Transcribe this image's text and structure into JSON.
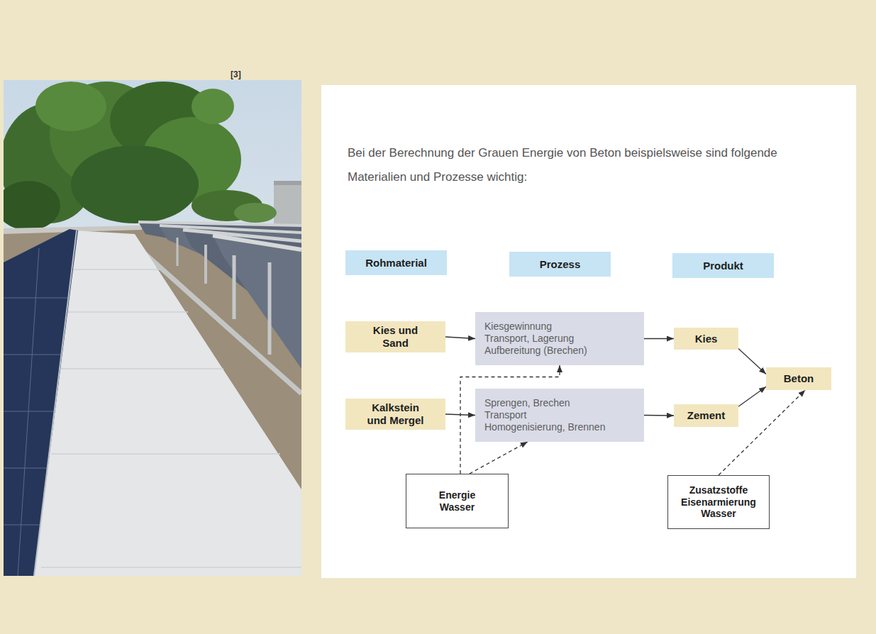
{
  "diagram": {
    "title": "Bei der Berechnung der Grauen Energie von Beton beispielsweise sind folgende Materialien und Prozesse wichtig:",
    "nodes": [
      {
        "text": [
          "Rohmaterial"
        ]
      },
      {
        "text": [
          "Prozess"
        ]
      },
      {
        "text": [
          "Produkt"
        ]
      },
      {
        "text": [
          "Kies und Sand"
        ]
      },
      {
        "text": [
          "Kiesgewinnung Transport, Lagerung Aufbereitung (Brechen)"
        ]
      },
      {
        "text": [
          "Kies"
        ]
      },
      {
        "text": [
          "Beton"
        ]
      },
      {
        "text": [
          "Kalkstein und Mergel"
        ]
      },
      {
        "text": [
          "Sprengen, Brechen Transport Homogenisierung, Brennen"
        ]
      },
      {
        "text": [
          "Zement"
        ]
      },
      {
        "text": [
          "Energie Wasser"
        ]
      },
      {
        "text": [
          "Zusatzstoffe Eisenarmierung Wasser"
        ]
      }
    ],
    "edges": [
      {
        "from": 3,
        "to": 4,
        "arrow": "to"
      },
      {
        "from": 4,
        "to": 5,
        "arrow": "to"
      },
      {
        "from": 5,
        "to": 6,
        "arrow": "to"
      },
      {
        "from": 7,
        "to": 8,
        "arrow": "to"
      },
      {
        "from": 8,
        "to": 9,
        "arrow": "to"
      },
      {
        "from": 9,
        "to": 6,
        "arrow": "to"
      },
      {
        "from": 10,
        "to": 8,
        "arrow": "to"
      },
      {
        "from": 10,
        "to": 4,
        "arrow": "to"
      },
      {
        "from": 11,
        "to": 6,
        "arrow": "to"
      }
    ],
    "labels": [
      "[3]"
    ]
  }
}
